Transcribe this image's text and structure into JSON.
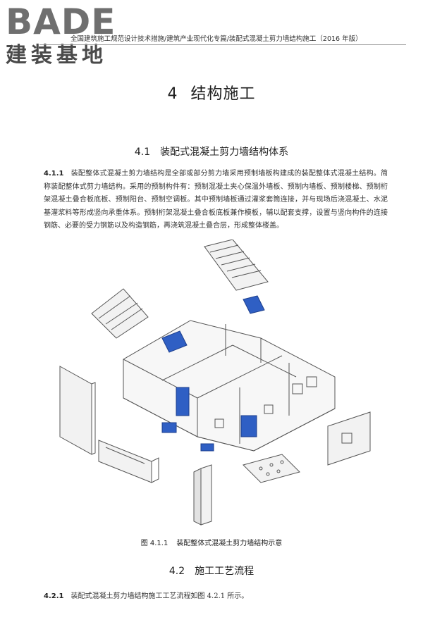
{
  "logo": {
    "brand": "BADE",
    "subtitle": "建装基地"
  },
  "running_header": "全国建筑施工规范设计技术措施/建筑产业现代化专篇/装配式混凝土剪力墙结构施工（2016 年版）",
  "chapter": {
    "number": "4",
    "title": "结构施工"
  },
  "section_1": {
    "number": "4.1",
    "title": "装配式混凝土剪力墙结构体系"
  },
  "para_1": {
    "number": "4.1.1",
    "text": "装配整体式混凝土剪力墙结构是全部或部分剪力墙采用预制墙板构建成的装配整体式混凝土结构。简称装配整体式剪力墙结构。采用的预制构件有：预制混凝土夹心保温外墙板、预制内墙板、预制楼梯、预制桁架混凝土叠合板底板、预制阳台、预制空调板。其中预制墙板通过灌浆套筒连接，并与现场后浇混凝土、水泥基灌浆料等形成竖向承重体系。预制桁架混凝土叠合板底板兼作模板，辅以配套支撑，设置与竖向构件的连接钢筋、必要的受力钢筋以及构造钢筋，再浇筑混凝土叠合层，形成整体楼盖。"
  },
  "figure": {
    "number": "图 4.1.1",
    "caption": "装配整体式混凝土剪力墙结构示意",
    "colors": {
      "highlight": "#2f5fc4",
      "line": "#555555",
      "fill": "#f2f2f2"
    }
  },
  "section_2": {
    "number": "4.2",
    "title": "施工工艺流程"
  },
  "para_2": {
    "number": "4.2.1",
    "text": "装配式混凝土剪力墙结构施工工艺流程如图 4.2.1 所示。"
  }
}
